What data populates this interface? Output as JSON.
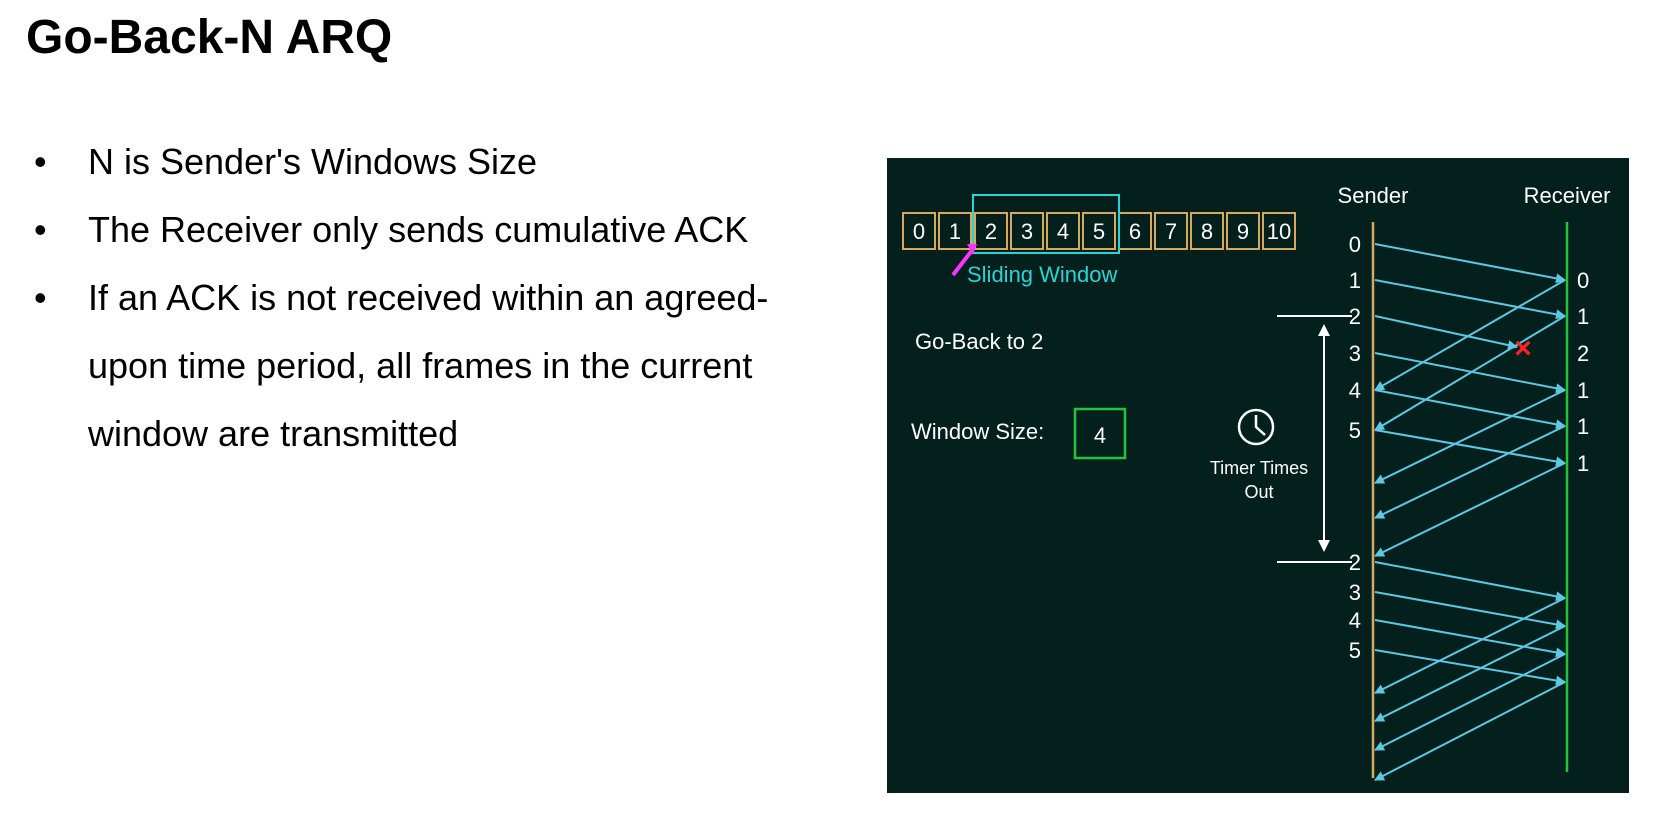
{
  "slide": {
    "title": "Go-Back-N ARQ",
    "bullets": [
      "N is Sender's Windows Size",
      "The Receiver only sends cumulative ACK",
      "If an ACK is not received within an agreed-upon time period, all frames in the current window are transmitted"
    ],
    "bullet_symbol": "•"
  },
  "diagram": {
    "frames": [
      "0",
      "1",
      "2",
      "3",
      "4",
      "5",
      "6",
      "7",
      "8",
      "9",
      "10"
    ],
    "sliding_window_label": "Sliding Window",
    "go_back_label": "Go-Back to 2",
    "window_size_label": "Window Size:",
    "window_size_value": "4",
    "sender_label": "Sender",
    "receiver_label": "Receiver",
    "timer_label_line1": "Timer Times",
    "timer_label_line2": "Out",
    "sender_marks": [
      "0",
      "1",
      "2",
      "3",
      "4",
      "5",
      "2",
      "3",
      "4",
      "5"
    ],
    "receiver_marks": [
      "0",
      "1",
      "2",
      "1",
      "1",
      "1"
    ],
    "lost_marker": "×",
    "colors": {
      "background": "#04201c",
      "frame_border": "#d9a85a",
      "window_box": "#2ad4d4",
      "arrow": "#5cc8e6",
      "sender_line": "#d9a85a",
      "receiver_line": "#23c43a",
      "window_size_box": "#23c43a",
      "pointer": "#ff33ff",
      "lost": "#ff2222",
      "text": "#ffffff"
    }
  }
}
